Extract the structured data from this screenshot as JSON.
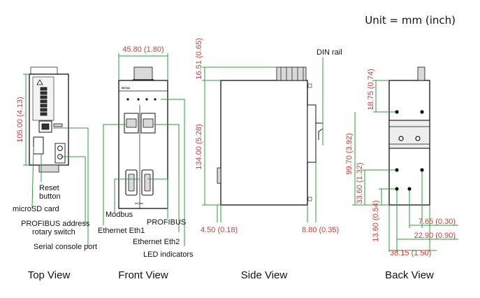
{
  "header": {
    "unit": "Unit = mm (inch)"
  },
  "views": {
    "top": "Top View",
    "front": "Front  View",
    "side": "Side View",
    "back": "Back View"
  },
  "callouts": {
    "reset_1": "Reset",
    "reset_2": "button",
    "microsd": "microSD card",
    "profibus_switch_1": "PROFIBUS address",
    "profibus_switch_2": "rotary switch",
    "serial_console": "Serial console port",
    "modbus": "Modbus",
    "profibus": "PROFIBUS",
    "eth1": "Ethernet Eth1",
    "eth2": "Ethernet Eth2",
    "led": "LED indicators",
    "din_rail": "DIN rail"
  },
  "device_text": {
    "brand": "MOXA",
    "model": "MGate"
  },
  "dimensions": {
    "top_height": "105.00 (4.13)",
    "front_width": "45.80 (1.80)",
    "side_top": "16.51 (0.65)",
    "side_height": "134.00 (5.28)",
    "side_left_bottom": "4.50 (0.18)",
    "side_right_bottom": "8.80 (0.35)",
    "back_top": "18.75 (0.74)",
    "back_mid": "99.70 (3.92)",
    "back_a": "33.60 (1.32)",
    "back_b": "13.60 (0.54)",
    "back_c": "7.65 (0.30)",
    "back_d": "22.90 (0.90)",
    "back_e": "38.15 (1.50)"
  }
}
